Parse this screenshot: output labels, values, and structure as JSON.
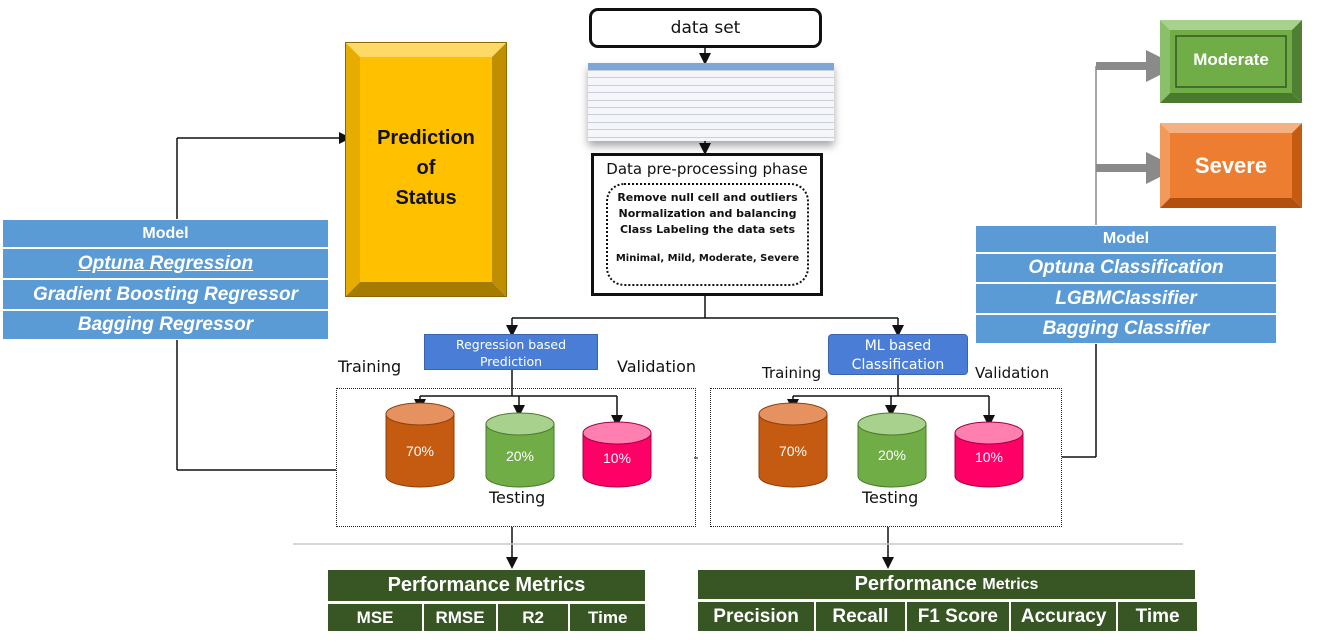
{
  "colors": {
    "model_blue": "#5b9bd5",
    "tag_blue": "#4a7ed6",
    "prediction_gold": "#ffc000",
    "moderate_green": "#70ad47",
    "severe_orange": "#ed7d31",
    "metrics_green": "#375623",
    "cyl_orange": "#c55a11",
    "cyl_green": "#70ad47",
    "cyl_pink": "#ff0066"
  },
  "dataset": {
    "title": "data set"
  },
  "preprocessing": {
    "title": "Data pre-processing phase",
    "steps": [
      "Remove null cell and outliers",
      "Normalization and balancing",
      "Class Labeling the data sets"
    ],
    "classes": "Minimal, Mild, Moderate, Severe"
  },
  "prediction": {
    "line1": "Prediction",
    "line2": "of",
    "line3": "Status"
  },
  "outcomes": {
    "moderate": "Moderate",
    "severe": "Severe"
  },
  "left_models": {
    "header": "Model",
    "items": [
      "Optuna Regression",
      "Gradient Boosting Regressor",
      "Bagging Regressor"
    ]
  },
  "right_models": {
    "header": "Model",
    "items": [
      "Optuna Classification",
      "LGBMClassifier",
      "Bagging Classifier"
    ]
  },
  "regression": {
    "tag_line1": "Regression based",
    "tag_line2": "Prediction",
    "training": "Training",
    "validation": "Validation",
    "testing": "Testing",
    "splits": [
      "70%",
      "20%",
      "10%"
    ]
  },
  "classification": {
    "tag_line1": "ML based",
    "tag_line2": "Classification",
    "training": "Training",
    "validation": "Validation",
    "testing": "Testing",
    "splits": [
      "70%",
      "20%",
      "10%"
    ]
  },
  "regression_metrics": {
    "title": "Performance Metrics",
    "items": [
      "MSE",
      "RMSE",
      "R2",
      "Time"
    ]
  },
  "classification_metrics": {
    "title_main": "Performance",
    "title_sub": "Metrics",
    "items": [
      "Precision",
      "Recall",
      "F1 Score",
      "Accuracy",
      "Time"
    ]
  }
}
